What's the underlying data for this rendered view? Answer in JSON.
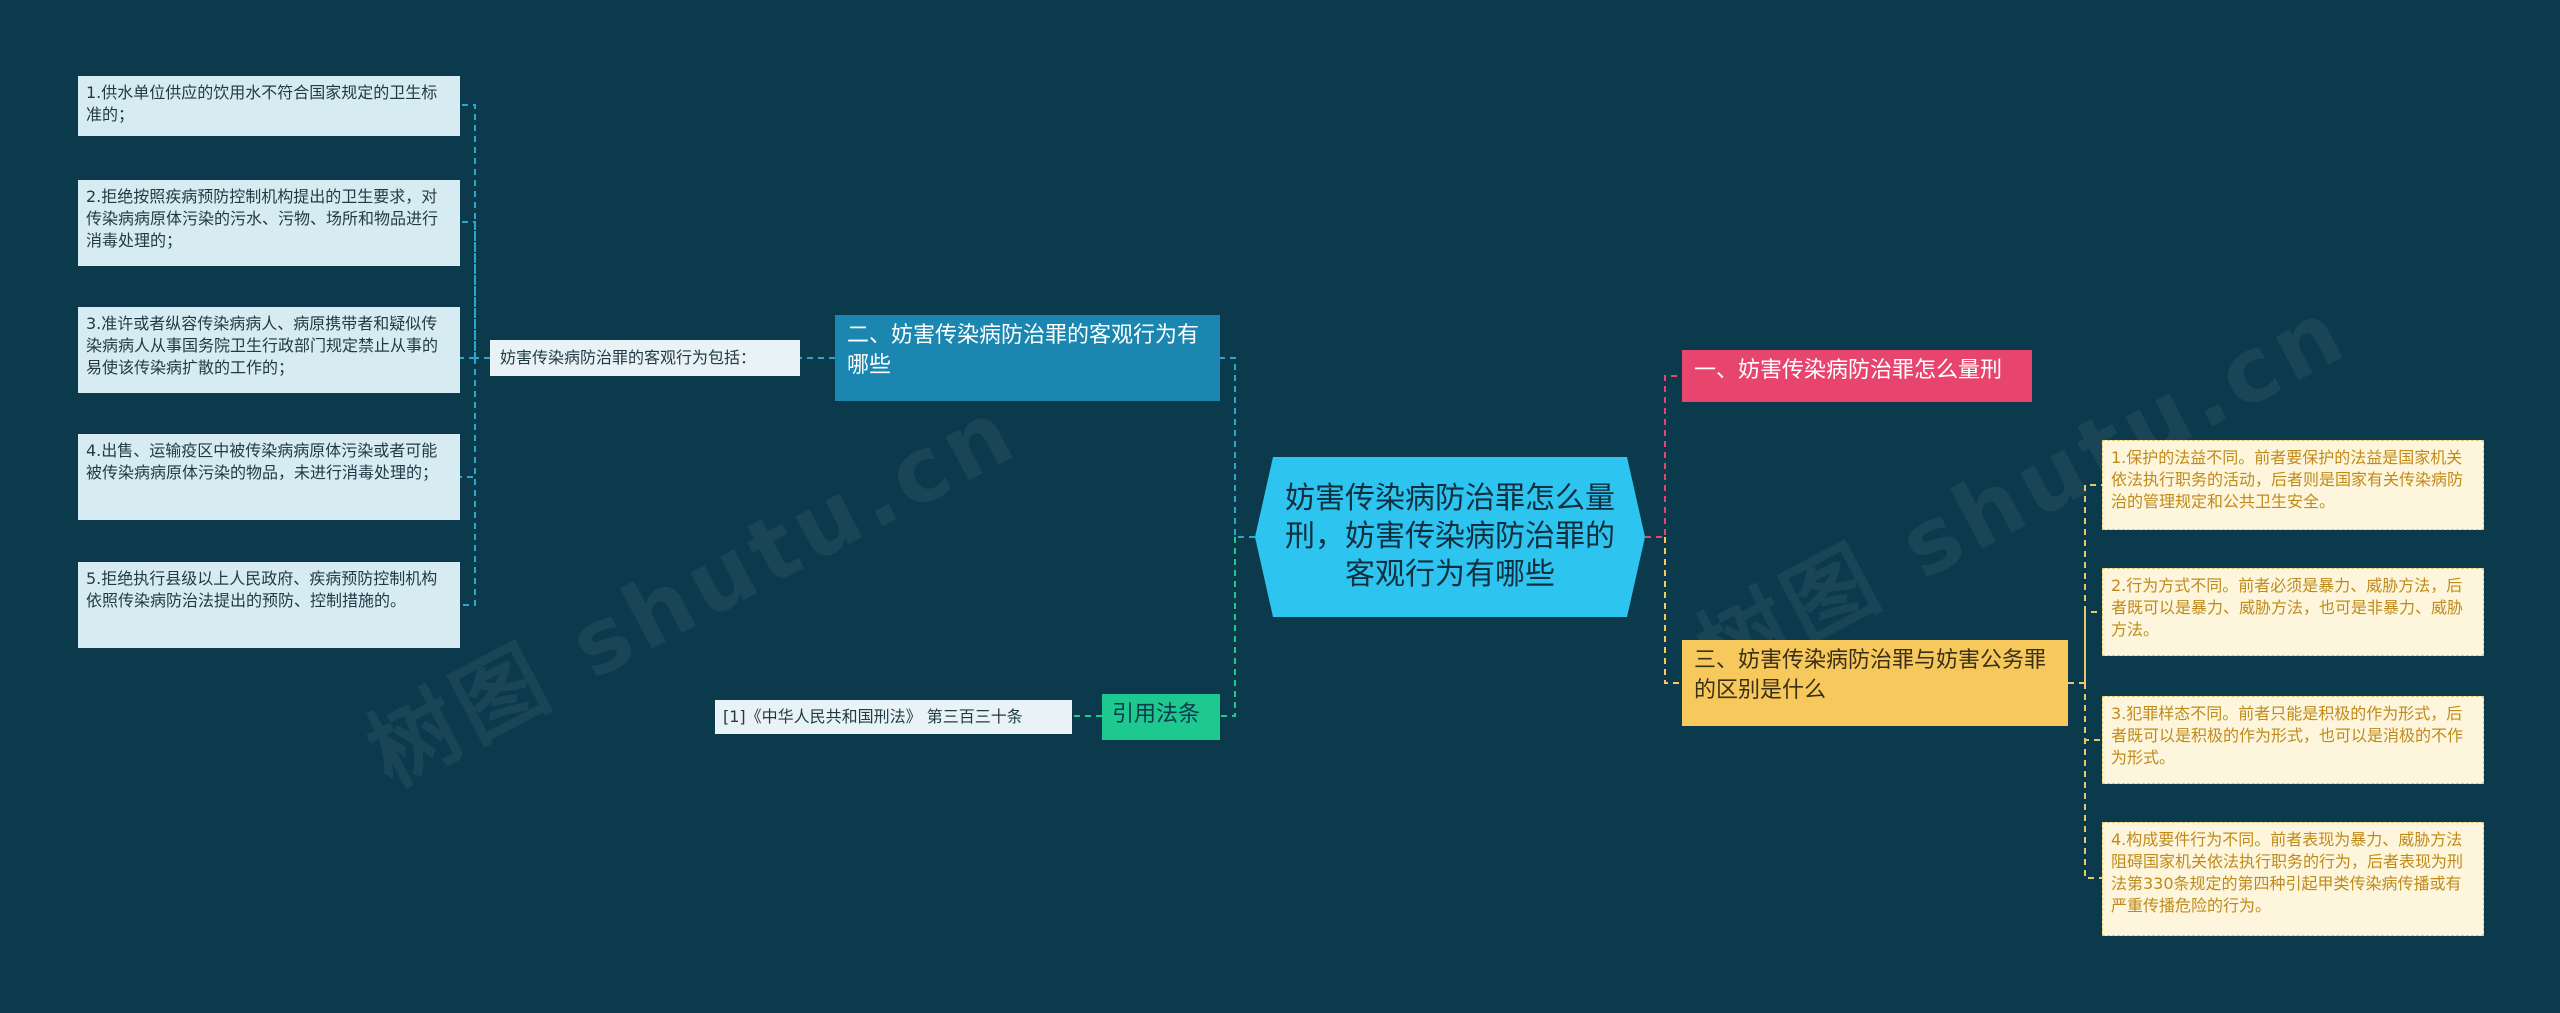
{
  "center": {
    "title": "妨害传染病防治罪怎么量刑，妨害传染病防治罪的客观行为有哪些"
  },
  "branches": {
    "b1": "一、妨害传染病防治罪怎么量刑",
    "b2": "二、妨害传染病防治罪的客观行为有哪些",
    "b3": "三、妨害传染病防治罪与妨害公务罪的区别是什么",
    "b4": "引用法条"
  },
  "b2_sub": "妨害传染病防治罪的客观行为包括：",
  "b2_leaves": [
    "1.供水单位供应的饮用水不符合国家规定的卫生标准的；",
    "2.拒绝按照疾病预防控制机构提出的卫生要求，对传染病病原体污染的污水、污物、场所和物品进行消毒处理的；",
    "3.准许或者纵容传染病病人、病原携带者和疑似传染病病人从事国务院卫生行政部门规定禁止从事的易使该传染病扩散的工作的；",
    "4.出售、运输疫区中被传染病病原体污染或者可能被传染病病原体污染的物品，未进行消毒处理的；",
    "5.拒绝执行县级以上人民政府、疾病预防控制机构依照传染病防治法提出的预防、控制措施的。"
  ],
  "b3_leaves": [
    "1.保护的法益不同。前者要保护的法益是国家机关依法执行职务的活动，后者则是国家有关传染病防治的管理规定和公共卫生安全。",
    "2.行为方式不同。前者必须是暴力、威胁方法，后者既可以是暴力、威胁方法，也可是非暴力、威胁方法。",
    "3.犯罪样态不同。前者只能是积极的作为形式，后者既可以是积极的作为形式，也可以是消极的不作为形式。",
    "4.构成要件行为不同。前者表现为暴力、威胁方法阻碍国家机关依法执行职务的行为，后者表现为刑法第330条规定的第四种引起甲类传染病传播或有严重传播危险的行为。"
  ],
  "b4_leaf": "[1]《中华人民共和国刑法》 第三百三十条",
  "colors": {
    "background": "#0b3a4d",
    "center": "#2ec4f0",
    "b1": "#e8456e",
    "b2": "#1b87b0",
    "b3": "#f7c95c",
    "b4": "#1dc98f"
  }
}
